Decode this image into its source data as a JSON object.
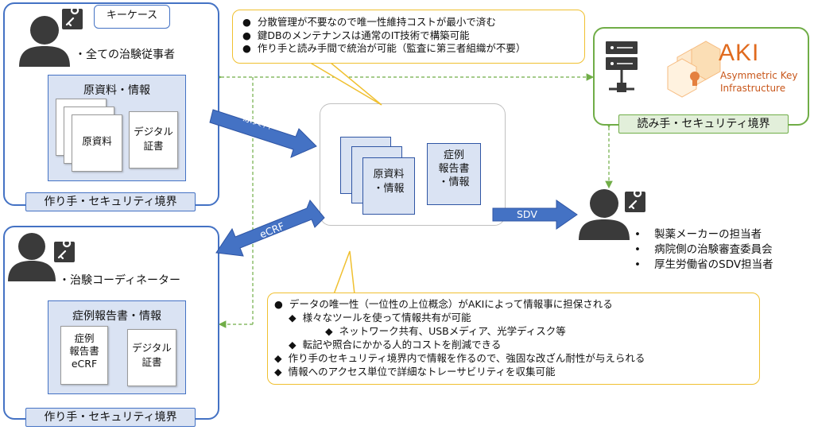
{
  "key_case_label": "キーケース",
  "boundary_label": "作り手・セキュリティ境界",
  "reader_boundary_label": "読み手・セキュリティ境界",
  "top_left": {
    "role": "・全ての治験従事者",
    "group_title": "原資料・情報",
    "doc1": "原資料",
    "doc2_l1": "デジタル",
    "doc2_l2": "証書"
  },
  "bottom_left": {
    "role": "・治験コーディネーター",
    "group_title": "症例報告書・情報",
    "doc1_l1": "症例",
    "doc1_l2": "報告書",
    "doc1_l3": "eCRF",
    "doc2_l1": "デジタル",
    "doc2_l2": "証書"
  },
  "arrows": {
    "source": "原資料",
    "ecrf": "eCRF",
    "sdv": "SDV"
  },
  "center": {
    "doc1_l1": "原資料",
    "doc1_l2": "・情報",
    "doc2_l1": "症例",
    "doc2_l2": "報告書",
    "doc2_l3": "・情報"
  },
  "top_callout": [
    "分散管理が不要なので唯一性維持コストが最小で済む",
    "鍵DBのメンテナンスは通常のIT技術で構築可能",
    "作り手と読み手間で統治が可能（監査に第三者組織が不要）"
  ],
  "aki": {
    "name": "AKI",
    "sub1": "Asymmetric Key",
    "sub2": "Infrastructure"
  },
  "readers": [
    "製薬メーカーの担当者",
    "病院側の治験審査委員会",
    "厚生労働省のSDV担当者"
  ],
  "bottom_callout": {
    "l0": "データの唯一性（一位性の上位概念）がAKIによって情報事に担保される",
    "l1": "様々なツールを使って情報共有が可能",
    "l2": "ネットワーク共有、USBメディア、光学ディスク等",
    "l3": "転記や照合にかかる人的コストを削減できる",
    "l4": "作り手のセキュリティ境界内で情報を作るので、強固な改ざん耐性が与えられる",
    "l5": "情報へのアクセス単位で詳細なトレーサビリティを収集可能"
  },
  "colors": {
    "blue": "#4472c4",
    "light_blue": "#dae3f3",
    "green": "#70ad47",
    "yellow": "#f0c030",
    "aki_orange": "#e06a1e"
  }
}
